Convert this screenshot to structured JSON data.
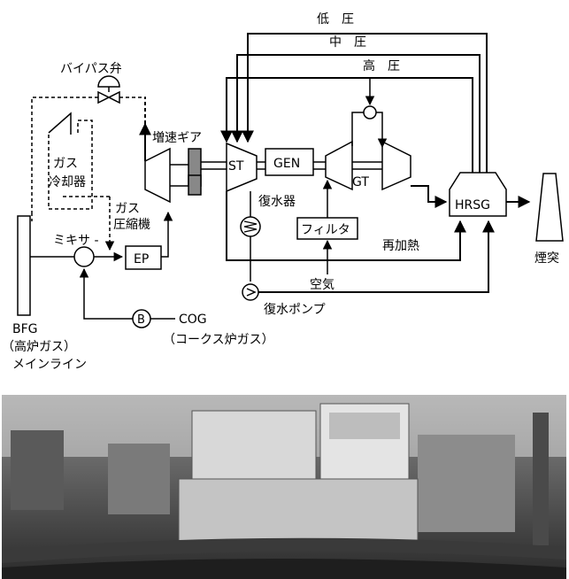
{
  "labels": {
    "low_pressure": "低　圧",
    "mid_pressure": "中　圧",
    "high_pressure": "高　圧",
    "bypass_valve": "バイパス弁",
    "gas_cooler_1": "ガス",
    "gas_cooler_2": "冷却器",
    "gas_compressor_1": "ガス",
    "gas_compressor_2": "圧縮機",
    "speed_gear": "増速ギア",
    "st": "ST",
    "gen": "GEN",
    "gt": "GT",
    "hrsg": "HRSG",
    "stack": "煙突",
    "condenser": "復水器",
    "filter": "フィルタ",
    "reheat": "再加熱",
    "mixer": "ミキサ -",
    "ep": "EP",
    "air": "空気",
    "condensate_pump": "復水ポンプ",
    "bfg_1": "BFG",
    "bfg_2": "（高炉ガス）",
    "bfg_3": "メインライン",
    "blower": "B",
    "cog_1": "COG",
    "cog_2": "（コークス炉ガス）"
  },
  "colors": {
    "line": "#000000",
    "gear": "#888888"
  }
}
